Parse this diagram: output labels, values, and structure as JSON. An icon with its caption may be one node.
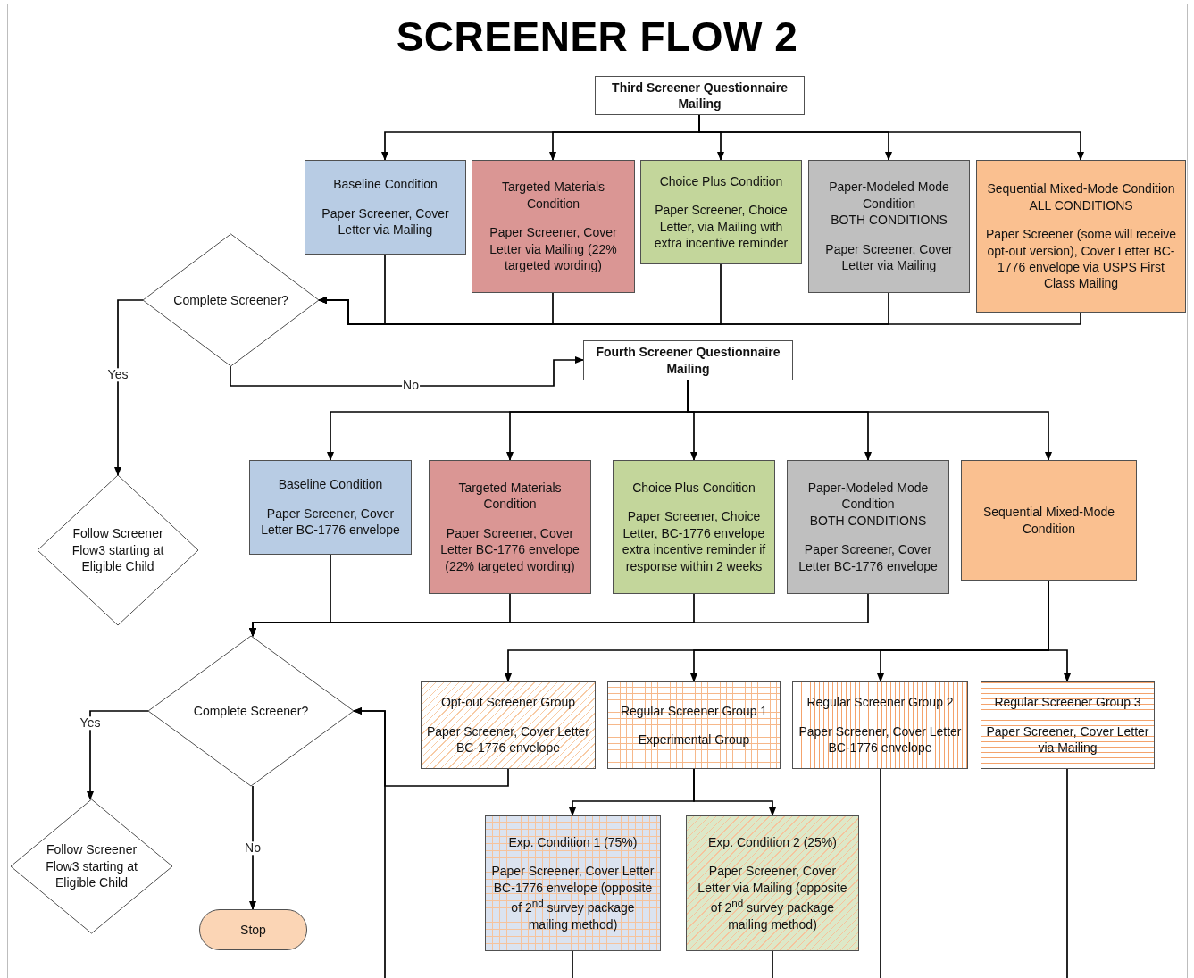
{
  "diagram": {
    "title": "SCREENER FLOW 2",
    "nodes": [
      {
        "text": [
          "Third Screener Questionnaire Mailing"
        ]
      },
      {
        "text": [
          "Baseline Condition",
          "Paper Screener, Cover Letter via Mailing"
        ]
      },
      {
        "text": [
          "Targeted Materials Condition",
          "Paper Screener, Cover Letter via Mailing (22% targeted wording)"
        ]
      },
      {
        "text": [
          "Choice Plus Condition",
          "Paper Screener, Choice Letter, via Mailing with extra incentive reminder"
        ]
      },
      {
        "text": [
          "Paper-Modeled Mode Condition",
          "BOTH CONDITIONS",
          "Paper Screener, Cover Letter via Mailing"
        ]
      },
      {
        "text": [
          "Sequential Mixed-Mode Condition",
          "ALL CONDITIONS",
          "Paper Screener (some will receive opt-out version), Cover Letter BC-1776 envelope via USPS First Class Mailing"
        ]
      },
      {
        "text": [
          "Complete Screener?"
        ]
      },
      {
        "text": [
          "Follow Screener Flow3 starting at Eligible Child"
        ]
      },
      {
        "text": [
          "Fourth Screener Questionnaire Mailing"
        ]
      },
      {
        "text": [
          "Baseline Condition",
          "Paper Screener, Cover Letter BC-1776 envelope"
        ]
      },
      {
        "text": [
          "Targeted Materials Condition",
          "Paper Screener, Cover Letter BC-1776 envelope (22% targeted wording)"
        ]
      },
      {
        "text": [
          "Choice Plus Condition",
          "Paper Screener, Choice Letter, BC-1776 envelope extra incentive reminder if response within 2 weeks"
        ]
      },
      {
        "text": [
          "Paper-Modeled Mode Condition",
          "BOTH CONDITIONS",
          "Paper Screener, Cover Letter BC-1776 envelope"
        ]
      },
      {
        "text": [
          "Sequential Mixed-Mode Condition"
        ]
      },
      {
        "text": [
          "Complete Screener?"
        ]
      },
      {
        "text": [
          "Follow Screener Flow3 starting at Eligible Child"
        ]
      },
      {
        "text": [
          "Stop"
        ]
      },
      {
        "text": [
          "Opt-out Screener Group",
          "Paper Screener, Cover Letter BC-1776 envelope"
        ]
      },
      {
        "text": [
          "Regular Screener Group 1",
          "Experimental Group"
        ]
      },
      {
        "text": [
          "Regular Screener Group 2",
          "Paper Screener, Cover Letter BC-1776 envelope"
        ]
      },
      {
        "text": [
          "Regular Screener Group 3",
          "Paper Screener, Cover Letter via Mailing"
        ]
      },
      {
        "text": [
          "Exp. Condition 1 (75%)",
          "Paper Screener, Cover Letter BC-1776 envelope (opposite of 2$^{nd}$ survey package mailing method)"
        ]
      },
      {
        "text": [
          "Exp. Condition 2 (25%)",
          "Paper Screener, Cover Letter via Mailing (opposite of 2$^{nd}$ survey package mailing method)"
        ]
      }
    ],
    "edges": [
      {
        "from": 0,
        "to": 1,
        "arrow": "to"
      },
      {
        "from": 0,
        "to": 2,
        "arrow": "to"
      },
      {
        "from": 0,
        "to": 3,
        "arrow": "to"
      },
      {
        "from": 0,
        "to": 4,
        "arrow": "to"
      },
      {
        "from": 0,
        "to": 5,
        "arrow": "to"
      },
      {
        "from": 1,
        "to": 6,
        "arrow": "to"
      },
      {
        "from": 2,
        "to": 6,
        "arrow": "to"
      },
      {
        "from": 3,
        "to": 6,
        "arrow": "to"
      },
      {
        "from": 4,
        "to": 6,
        "arrow": "to"
      },
      {
        "from": 5,
        "to": 6,
        "arrow": "to"
      },
      {
        "from": 6,
        "to": 7,
        "arrow": "to",
        "label": "Yes"
      },
      {
        "from": 6,
        "to": 8,
        "arrow": "to",
        "label": "No"
      },
      {
        "from": 8,
        "to": 9,
        "arrow": "to"
      },
      {
        "from": 8,
        "to": 10,
        "arrow": "to"
      },
      {
        "from": 8,
        "to": 11,
        "arrow": "to"
      },
      {
        "from": 8,
        "to": 12,
        "arrow": "to"
      },
      {
        "from": 8,
        "to": 13,
        "arrow": "to"
      },
      {
        "from": 9,
        "to": 14,
        "arrow": "to"
      },
      {
        "from": 10,
        "to": 14,
        "arrow": "to"
      },
      {
        "from": 11,
        "to": 14,
        "arrow": "to"
      },
      {
        "from": 12,
        "to": 14,
        "arrow": "to"
      },
      {
        "from": null,
        "to": 14,
        "arrow": "to"
      },
      {
        "from": 14,
        "to": 15,
        "arrow": "to",
        "label": "Yes"
      },
      {
        "from": 14,
        "to": 16,
        "arrow": "to",
        "label": "No"
      },
      {
        "from": 13,
        "to": 17,
        "arrow": "to"
      },
      {
        "from": 13,
        "to": 18,
        "arrow": "to"
      },
      {
        "from": 13,
        "to": 19,
        "arrow": "to"
      },
      {
        "from": 13,
        "to": 20,
        "arrow": "to"
      },
      {
        "from": 18,
        "to": 21,
        "arrow": "to"
      },
      {
        "from": 18,
        "to": 22,
        "arrow": "to"
      },
      {
        "from": 17,
        "to": 14,
        "arrow": "to"
      },
      {
        "from": 19,
        "to": null,
        "arrow": "none"
      },
      {
        "from": 20,
        "to": null,
        "arrow": "none"
      },
      {
        "from": 21,
        "to": null,
        "arrow": "none"
      },
      {
        "from": 22,
        "to": null,
        "arrow": "none"
      }
    ]
  }
}
